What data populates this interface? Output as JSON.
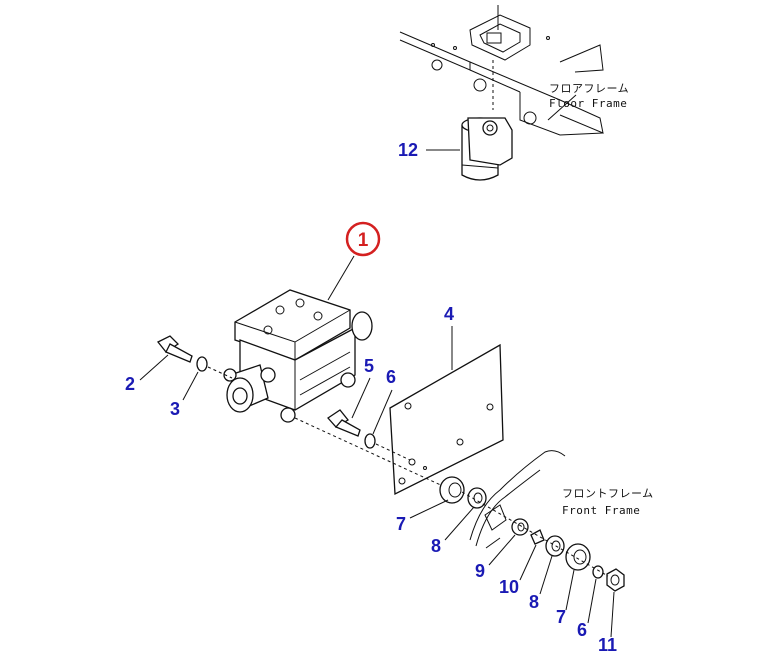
{
  "frames": {
    "floor_jp": "フロアフレーム",
    "floor_en": "Floor Frame",
    "front_jp": "フロントフレーム",
    "front_en": "Front Frame"
  },
  "callouts": {
    "c1": "1",
    "c2": "2",
    "c3": "3",
    "c4": "4",
    "c5": "5",
    "c6a": "6",
    "c6b": "6",
    "c7a": "7",
    "c7b": "7",
    "c8a": "8",
    "c8b": "8",
    "c9": "9",
    "c10": "10",
    "c11": "11",
    "c12": "12"
  },
  "colors": {
    "callout": "#1a1ab4",
    "highlight_circle": "#d42020",
    "line": "#111111"
  }
}
